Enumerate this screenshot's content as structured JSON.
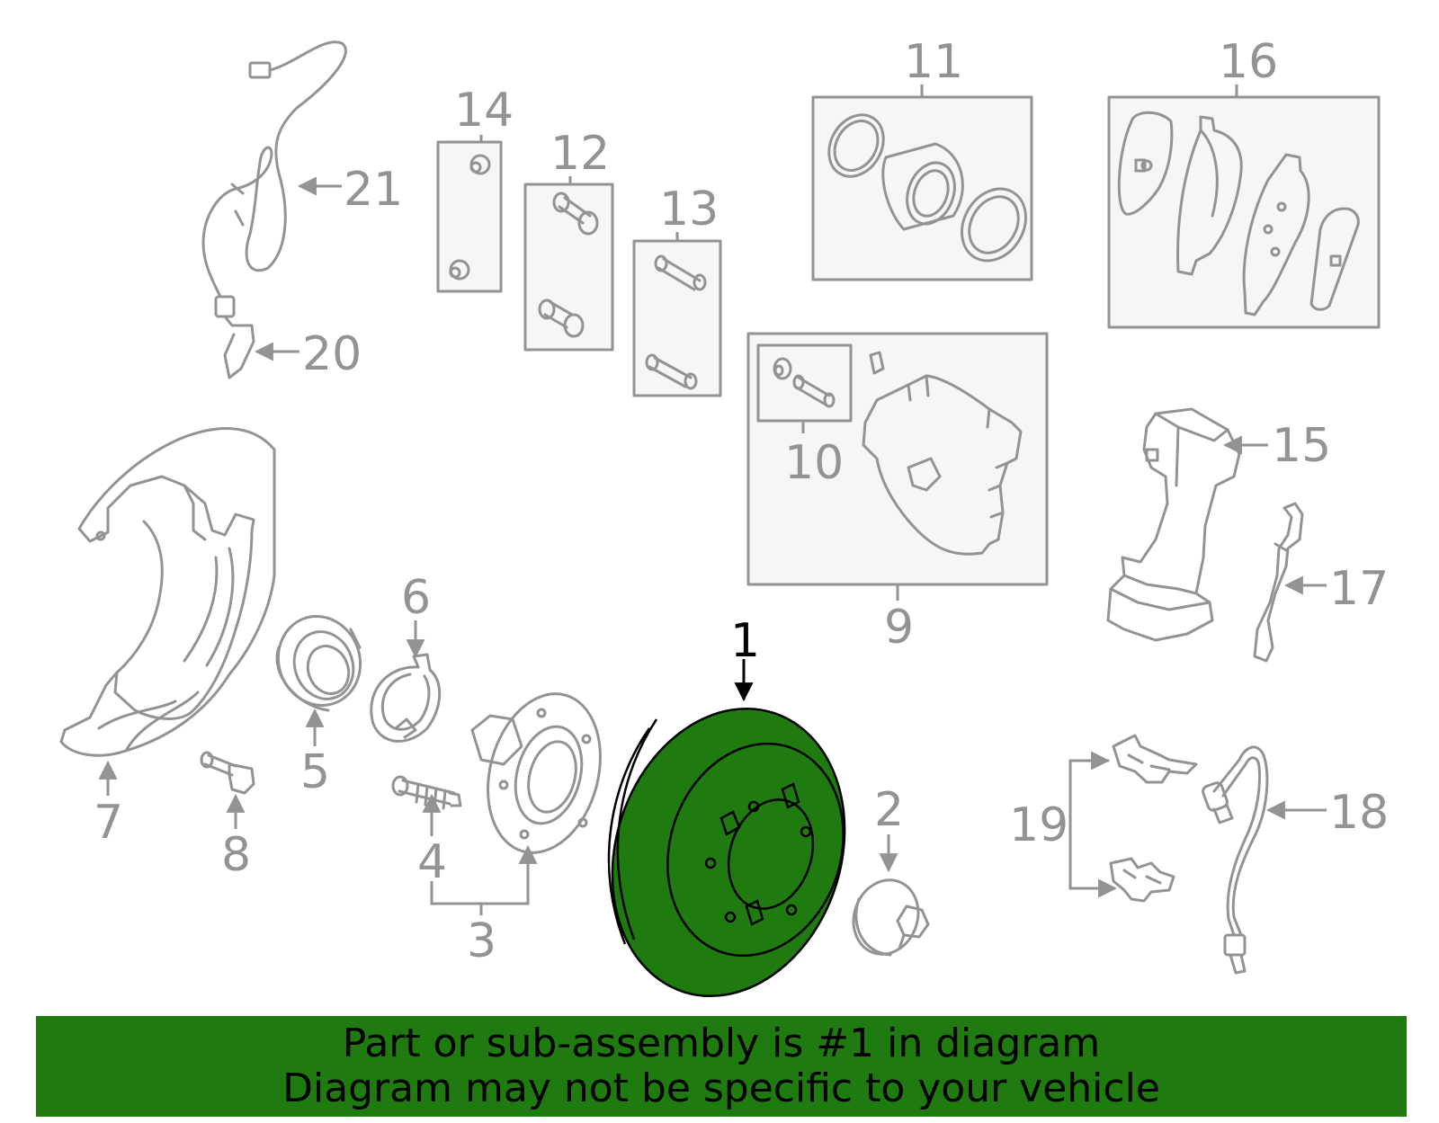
{
  "colors": {
    "line": "#939393",
    "box_fill": "#f6f6f6",
    "highlight_fill": "#1f7a10",
    "highlight_stroke": "#000000",
    "banner": "#1f7a10",
    "banner_text": "#000000"
  },
  "callouts": {
    "c1": "1",
    "c2": "2",
    "c3": "3",
    "c4": "4",
    "c5": "5",
    "c6": "6",
    "c7": "7",
    "c8": "8",
    "c9": "9",
    "c10": "10",
    "c11": "11",
    "c12": "12",
    "c13": "13",
    "c14": "14",
    "c15": "15",
    "c16": "16",
    "c17": "17",
    "c18": "18",
    "c19": "19",
    "c20": "20",
    "c21": "21"
  },
  "highlighted_part": "1",
  "banner": {
    "line1": "Part or sub-assembly is #1 in diagram",
    "line2": "Diagram may not be specific to your vehicle"
  }
}
